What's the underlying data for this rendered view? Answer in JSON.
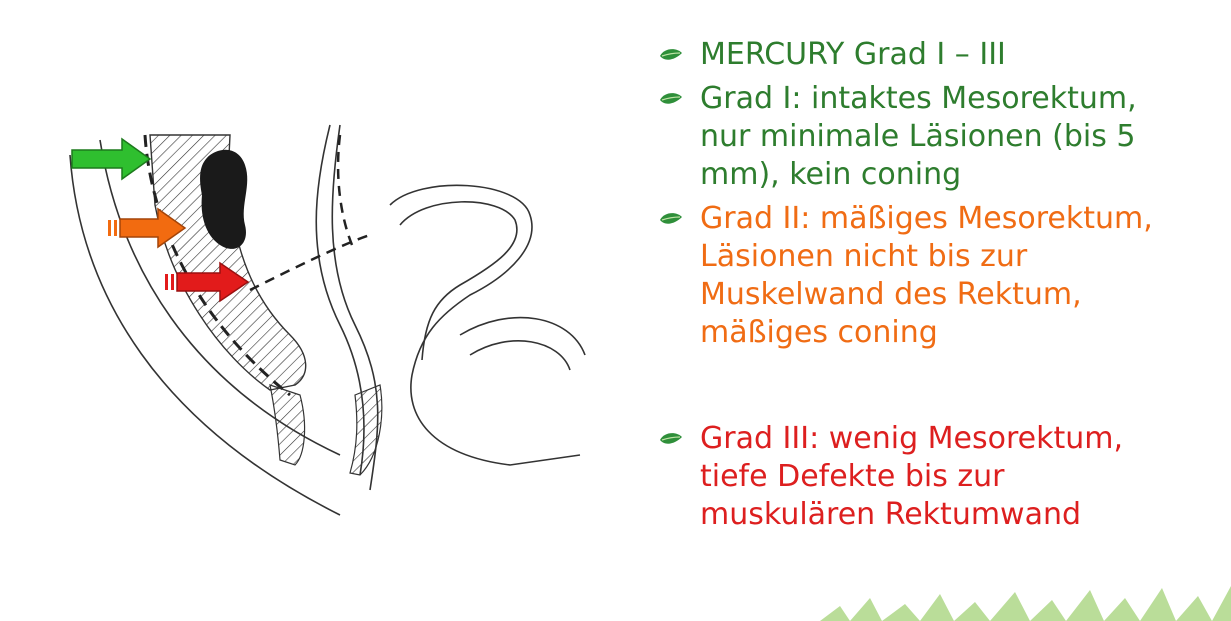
{
  "slide": {
    "bullets": [
      {
        "text": "MERCURY Grad I – III",
        "color": "#2e7d2e",
        "lines": [
          "MERCURY Grad I – III"
        ]
      },
      {
        "text": "Grad I: intaktes Mesorektum, nur minimale Läsionen (bis 5 mm), kein coning",
        "color": "#2e7d2e",
        "lines": [
          "Grad I: intaktes Mesorektum,",
          "nur minimale Läsionen (bis 5",
          "mm), kein coning"
        ]
      },
      {
        "text": "Grad II: mäßiges Mesorektum, Läsionen nicht bis zur Muskelwand des Rektum, mäßiges coning",
        "color": "#f06c14",
        "lines": [
          "Grad II: mäßiges Mesorektum,",
          "Läsionen nicht bis zur",
          "Muskelwand des Rektum,",
          "mäßiges coning"
        ]
      },
      {
        "text": "Grad III: wenig Mesorektum, tiefe Defekte bis zur muskulären Rektumwand",
        "color": "#dd1f1f",
        "lines": [
          "Grad III: wenig Mesorektum,",
          "tiefe Defekte bis zur",
          "muskulären Rektumwand"
        ]
      }
    ]
  },
  "illustration": {
    "arrows": [
      {
        "name": "grade-1-arrow",
        "color": "#2fbf2f"
      },
      {
        "name": "grade-2-arrow",
        "color": "#f26b10"
      },
      {
        "name": "grade-3-arrow",
        "color": "#e21b1b"
      }
    ],
    "icon": "anatomical-rectum-sketch"
  },
  "theme": {
    "bullet_icon": "leaf-icon",
    "leaf_color": "#2f8f3a",
    "grass_color": "#9ccf6e"
  }
}
